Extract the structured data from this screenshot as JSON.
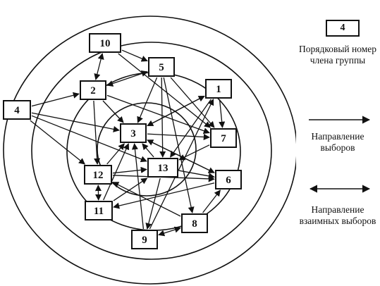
{
  "legend": {
    "sample_number": "4",
    "member_number_label": "Порядковый номер члена группы",
    "direction_label": "Направление выборов",
    "mutual_label": "Направление взаимных выборов"
  },
  "nodes": [
    {
      "id": "1",
      "label": "1"
    },
    {
      "id": "2",
      "label": "2"
    },
    {
      "id": "3",
      "label": "3"
    },
    {
      "id": "4",
      "label": "4"
    },
    {
      "id": "5",
      "label": "5"
    },
    {
      "id": "6",
      "label": "6"
    },
    {
      "id": "7",
      "label": "7"
    },
    {
      "id": "8",
      "label": "8"
    },
    {
      "id": "9",
      "label": "9"
    },
    {
      "id": "10",
      "label": "10"
    },
    {
      "id": "11",
      "label": "11"
    },
    {
      "id": "12",
      "label": "12"
    },
    {
      "id": "13",
      "label": "13"
    }
  ],
  "edges": [
    {
      "from": "10",
      "to": "2",
      "mutual": true
    },
    {
      "from": "10",
      "to": "5",
      "mutual": false
    },
    {
      "from": "5",
      "to": "2",
      "mutual": true
    },
    {
      "from": "4",
      "to": "2",
      "mutual": false
    },
    {
      "from": "4",
      "to": "3",
      "mutual": false
    },
    {
      "from": "4",
      "to": "12",
      "mutual": false
    },
    {
      "from": "4",
      "to": "13",
      "mutual": false
    },
    {
      "from": "2",
      "to": "3",
      "mutual": false
    },
    {
      "from": "2",
      "to": "12",
      "mutual": false
    },
    {
      "from": "2",
      "to": "7",
      "mutual": false
    },
    {
      "from": "5",
      "to": "3",
      "mutual": false
    },
    {
      "from": "5",
      "to": "13",
      "mutual": false
    },
    {
      "from": "5",
      "to": "7",
      "mutual": false
    },
    {
      "from": "5",
      "to": "8",
      "mutual": false
    },
    {
      "from": "1",
      "to": "7",
      "mutual": false
    },
    {
      "from": "1",
      "to": "3",
      "mutual": false
    },
    {
      "from": "1",
      "to": "13",
      "mutual": false
    },
    {
      "from": "3",
      "to": "7",
      "mutual": false
    },
    {
      "from": "3",
      "to": "6",
      "mutual": false
    },
    {
      "from": "13",
      "to": "3",
      "mutual": false
    },
    {
      "from": "12",
      "to": "3",
      "mutual": false
    },
    {
      "from": "12",
      "to": "13",
      "mutual": false
    },
    {
      "from": "12",
      "to": "11",
      "mutual": true
    },
    {
      "from": "11",
      "to": "3",
      "mutual": false
    },
    {
      "from": "11",
      "to": "13",
      "mutual": false
    },
    {
      "from": "6",
      "to": "3",
      "mutual": false
    },
    {
      "from": "6",
      "to": "11",
      "mutual": false
    },
    {
      "from": "7",
      "to": "13",
      "mutual": false
    },
    {
      "from": "8",
      "to": "6",
      "mutual": false
    },
    {
      "from": "8",
      "to": "12",
      "mutual": false
    },
    {
      "from": "9",
      "to": "3",
      "mutual": false
    },
    {
      "from": "9",
      "to": "1",
      "mutual": false
    },
    {
      "from": "9",
      "to": "8",
      "mutual": true
    },
    {
      "from": "13",
      "to": "9",
      "mutual": false
    },
    {
      "from": "13",
      "to": "6",
      "mutual": false
    },
    {
      "from": "12",
      "to": "6",
      "mutual": false
    },
    {
      "from": "10",
      "to": "7",
      "mutual": false
    },
    {
      "from": "3",
      "to": "1",
      "mutual": false
    }
  ]
}
